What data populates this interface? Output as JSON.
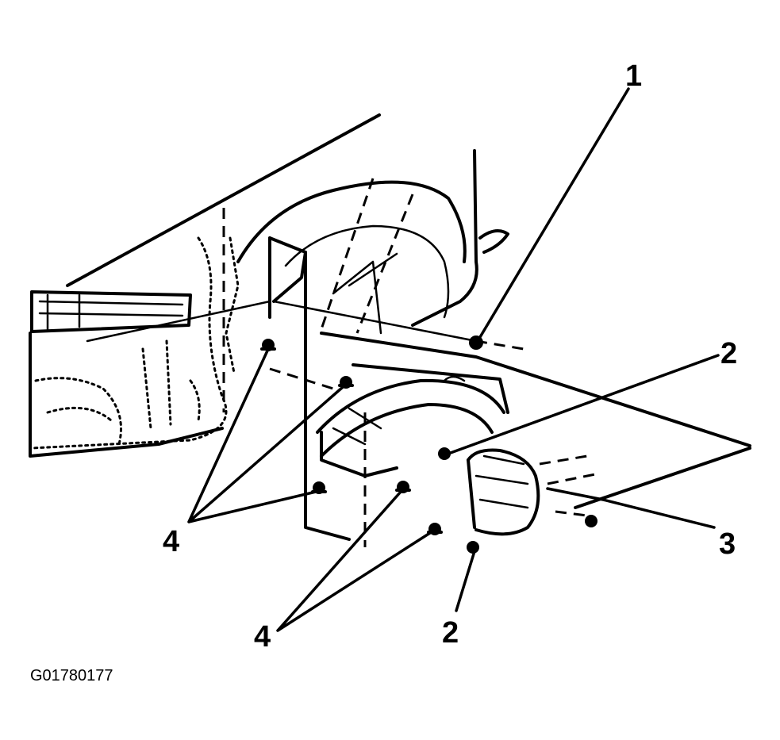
{
  "callouts": {
    "c1": "1",
    "c2a": "2",
    "c2b": "2",
    "c3": "3",
    "c4a": "4",
    "c4b": "4"
  },
  "figure_id": "G01780177",
  "colors": {
    "ink": "#000000",
    "background": "#ffffff"
  }
}
